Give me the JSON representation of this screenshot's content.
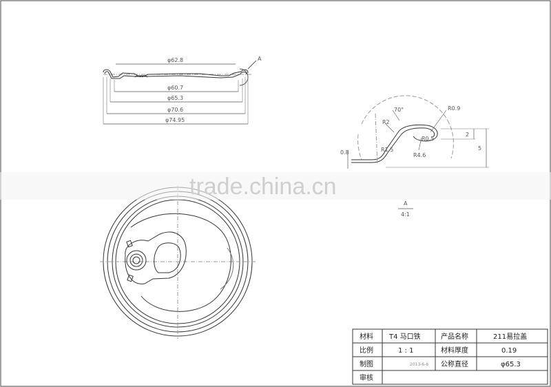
{
  "top_view": {
    "dimensions": [
      "φ62.8",
      "φ60.7",
      "φ65.3",
      "φ70.6",
      "φ74.95"
    ],
    "detail_callout": "A"
  },
  "detail_view": {
    "labels": [
      "70°",
      "R2",
      "R0.9",
      "R1.5",
      "R4.6",
      "R0.5",
      "2",
      "5",
      "0.8"
    ],
    "caption_letter": "A",
    "caption_scale": "4:1"
  },
  "watermark": "trade.china.cn",
  "title_block": {
    "rows": [
      {
        "label1": "材料",
        "value1": "T4 马口铁",
        "label2": "产品名称",
        "value2": "211易拉盖"
      },
      {
        "label1": "比例",
        "value1": "1 : 1",
        "label2": "材料厚度",
        "value2": "0.19"
      },
      {
        "label1": "制图",
        "value1": "2013-6-6",
        "label2": "公称直径",
        "value2": "φ65.3"
      },
      {
        "label1": "审核",
        "value1": "",
        "label2": "",
        "value2": ""
      }
    ]
  }
}
